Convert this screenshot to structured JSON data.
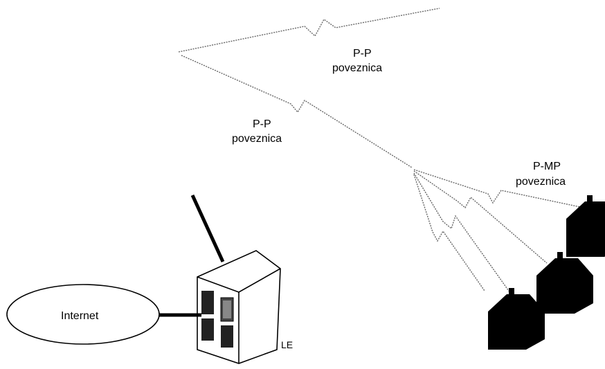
{
  "labels": {
    "pp_link_top": [
      "P-P",
      "poveznica"
    ],
    "pp_link_left": [
      "P-P",
      "poveznica"
    ],
    "pmp_link": [
      "P-MP",
      "poveznica"
    ],
    "internet": "Internet",
    "exchange": "LE"
  },
  "colors": {
    "line": "#000000",
    "radio_link": "#666666",
    "background": "#ffffff"
  },
  "icons": [
    "tower-icon",
    "house-icon",
    "exchange-cabinet-icon",
    "internet-cloud-icon"
  ]
}
